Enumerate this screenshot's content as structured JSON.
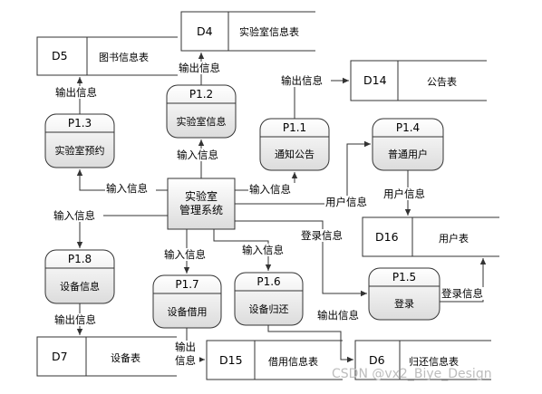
{
  "center": {
    "name": "实验室\n管理系统"
  },
  "processes": [
    {
      "key": "p1_2",
      "id": "P1.2",
      "name": "实验室信息"
    },
    {
      "key": "p1_1",
      "id": "P1.1",
      "name": "通知公告"
    },
    {
      "key": "p1_3",
      "id": "P1.3",
      "name": "实验室预约"
    },
    {
      "key": "p1_4",
      "id": "P1.4",
      "name": "普通用户"
    },
    {
      "key": "p1_8",
      "id": "P1.8",
      "name": "设备信息"
    },
    {
      "key": "p1_7",
      "id": "P1.7",
      "name": "设备借用"
    },
    {
      "key": "p1_6",
      "id": "P1.6",
      "name": "设备归还"
    },
    {
      "key": "p1_5",
      "id": "P1.5",
      "name": "登录"
    }
  ],
  "stores": [
    {
      "key": "d4",
      "id": "D4",
      "name": "实验室信息表"
    },
    {
      "key": "d5",
      "id": "D5",
      "name": "图书信息表"
    },
    {
      "key": "d14",
      "id": "D14",
      "name": "公告表"
    },
    {
      "key": "d16",
      "id": "D16",
      "name": "用户表"
    },
    {
      "key": "d7",
      "id": "D7",
      "name": "设备表"
    },
    {
      "key": "d15",
      "id": "D15",
      "name": "借用信息表"
    },
    {
      "key": "d6",
      "id": "D6",
      "name": "归还信息表"
    }
  ],
  "flow_labels": {
    "output_d4": "输出信息",
    "output_d5": "输出信息",
    "output_d14": "输出信息",
    "input_p1_2": "输入信息",
    "input_p1_3": "输入信息",
    "input_p1_1": "输入信息",
    "user_info_center": "用户信息",
    "user_info_d16": "用户信息",
    "input_p1_8": "输入信息",
    "input_p1_7": "输入信息",
    "input_p1_6": "输入信息",
    "login_info_center": "登录信息",
    "login_info_d16": "登录信息",
    "output_d7": "输出信息",
    "output_d15_line1": "输出",
    "output_d15_line2": "信息",
    "output_d6": "输出信息"
  },
  "watermark": "CSDN @vx2_Biye_Design"
}
